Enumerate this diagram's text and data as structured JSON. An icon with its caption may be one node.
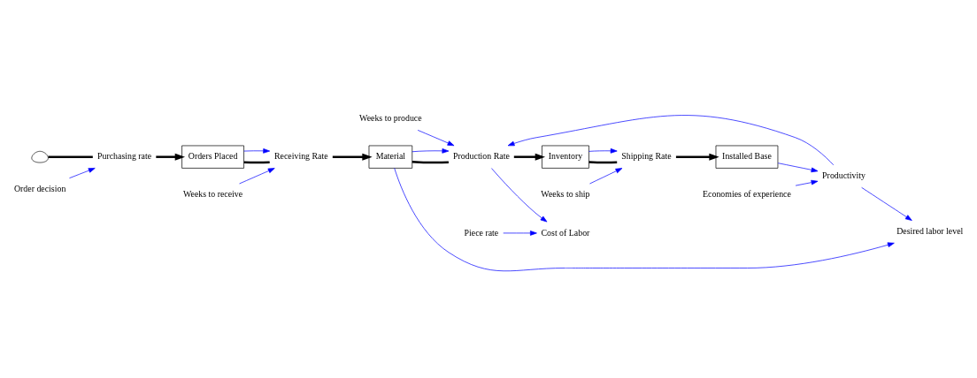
{
  "diagram": {
    "nodes": [
      {
        "text": [],
        "shape": "cloud"
      },
      {
        "text": [
          "Order decision"
        ]
      },
      {
        "text": [
          "Purchasing rate"
        ]
      },
      {
        "text": [
          "Orders Placed"
        ]
      },
      {
        "text": [
          "Receiving Rate"
        ]
      },
      {
        "text": [
          "Material"
        ]
      },
      {
        "text": [
          "Production Rate"
        ]
      },
      {
        "text": [
          "Inventory"
        ]
      },
      {
        "text": [
          "Shipping Rate"
        ]
      },
      {
        "text": [
          "Installed Base"
        ]
      },
      {
        "text": [
          "Cost of Labor"
        ]
      },
      {
        "text": [
          "Piece rate"
        ]
      },
      {
        "text": [
          "Weeks to receive"
        ]
      },
      {
        "text": [
          "Economies of experience"
        ]
      },
      {
        "text": [
          "Weeks to ship"
        ]
      },
      {
        "text": [
          "Desired labor level"
        ]
      },
      {
        "text": [
          "Weeks to produce"
        ]
      },
      {
        "text": [
          "Productivity"
        ]
      }
    ],
    "edges": [
      {
        "from": 0,
        "to": 2,
        "arrow": "none",
        "style": "thick",
        "color": "#000000"
      },
      {
        "from": 2,
        "to": 3,
        "arrow": "to",
        "style": "thick",
        "color": "#000000"
      },
      {
        "from": 3,
        "to": 4,
        "arrow": "none",
        "style": "thick",
        "color": "#000000"
      },
      {
        "from": 4,
        "to": 5,
        "arrow": "to",
        "style": "thick",
        "color": "#000000"
      },
      {
        "from": 5,
        "to": 6,
        "arrow": "none",
        "style": "thick",
        "color": "#000000"
      },
      {
        "from": 6,
        "to": 7,
        "arrow": "to",
        "style": "thick",
        "color": "#000000"
      },
      {
        "from": 7,
        "to": 8,
        "arrow": "none",
        "style": "thick",
        "color": "#000000"
      },
      {
        "from": 8,
        "to": 9,
        "arrow": "to",
        "style": "thick",
        "color": "#000000"
      },
      {
        "from": 1,
        "to": 2,
        "arrow": "to"
      },
      {
        "from": 3,
        "to": 4,
        "arrow": "to"
      },
      {
        "from": 12,
        "to": 4,
        "arrow": "to"
      },
      {
        "from": 5,
        "to": 15,
        "arrow": "to"
      },
      {
        "from": 5,
        "to": 6,
        "arrow": "to"
      },
      {
        "from": 6,
        "to": 10,
        "arrow": "to"
      },
      {
        "from": 11,
        "to": 10,
        "arrow": "to"
      },
      {
        "from": 13,
        "to": 17,
        "arrow": "to"
      },
      {
        "from": 17,
        "to": 6,
        "arrow": "to"
      },
      {
        "from": 17,
        "to": 15,
        "arrow": "to"
      },
      {
        "from": 16,
        "to": 6,
        "arrow": "to"
      },
      {
        "from": 7,
        "to": 8,
        "arrow": "to"
      },
      {
        "from": 14,
        "to": 8,
        "arrow": "to"
      },
      {
        "from": 9,
        "to": 17,
        "arrow": "to"
      }
    ]
  }
}
